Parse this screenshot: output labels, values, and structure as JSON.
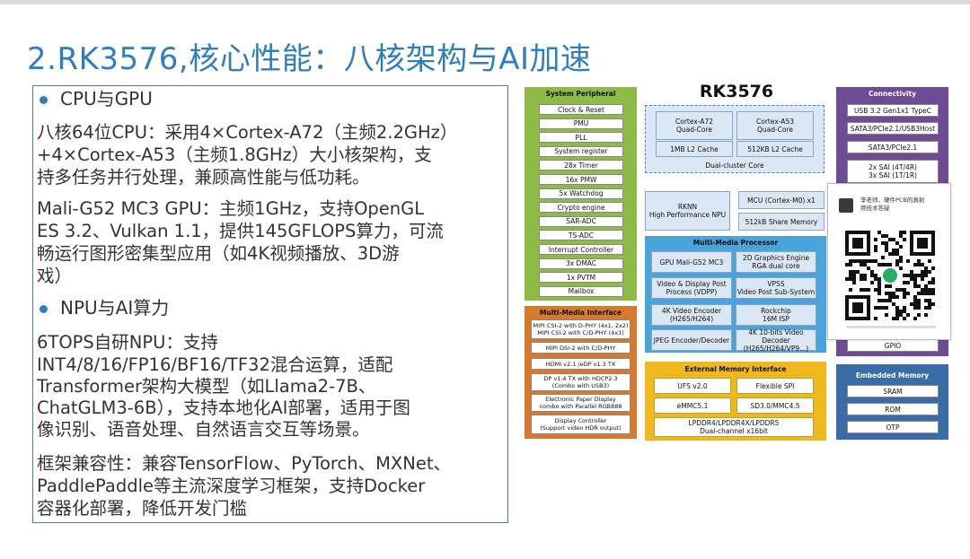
{
  "slide": {
    "title": "2.RK3576,核心性能：八核架构与AI加速",
    "text_lines": [
      "CPU与GPU",
      "八核64位CPU：采用4×Cortex-A72（主频2.2GHz）",
      "+4×Cortex-A53（主频1.8GHz）大小核架构，支",
      "持多任务并行处理，兼顾高性能与低功耗。",
      "Mali-G52 MC3 GPU：主频1GHz，支持OpenGL",
      "ES 3.2、Vulkan 1.1，提供145GFLOPS算力，可流",
      "畅运行图形密集型应用（如4K视频播放、3D游",
      "戏）",
      "NPU与AI算力",
      "6TOPS自研NPU：支持",
      "INT4/8/16/FP16/BF16/TF32混合运算，适配",
      "Transformer架构大模型（如Llama2-7B、",
      "ChatGLM3-6B），支持本地化AI部署，适用于图",
      "像识别、语音处理、自然语言交互等场景。",
      "框架兼容性：兼容TensorFlow、PyTorch、MXNet、",
      "PaddlePaddle等主流深度学习框架，支持Docker",
      "容器化部署，降低开发门槛"
    ]
  },
  "diagram": {
    "chip_name": "RK3576",
    "system_peripheral": {
      "title": "System Peripheral",
      "items": [
        "Clock & Reset",
        "PMU",
        "PLL",
        "System register",
        "28x Timer",
        "16x PMW",
        "5x Watchdog",
        "Crypto engine",
        "SAR-ADC",
        "TS-ADC",
        "Interrupt Controller",
        "3x DMAC",
        "1x PVTM",
        "Mailbox"
      ]
    },
    "cpu": {
      "a72": "Cortex-A72\nQuad-Core",
      "a53": "Cortex-A53\nQuad-Core",
      "l2_a72": "1MB L2 Cache",
      "l2_a53": "512KB L2 Cache",
      "cluster": "Dual-cluster Core"
    },
    "npu": "RKNN\nHigh Performance NPU",
    "mcu": "MCU (Cortex-M0) x1",
    "share_mem": "512kB Share Memory",
    "multimedia_processor": {
      "title": "Multi-Media Processor",
      "items": [
        "GPU Mali-G52 MC3",
        "2D Graphics Engine\nRGA dual core",
        "Video & Display Post\nProcess (VDPP)",
        "VPSS\nVideo Post Sub-System",
        "4K Video Encoder\n(H265/H264)",
        "Rockchip\n16M ISP",
        "JPEG Encoder/Decoder",
        "4K 10-bits Video Decoder\n(H265/H264/VP9...)"
      ]
    },
    "multimedia_interface": {
      "title": "Multi-Media Interface",
      "items": [
        "MIPI CSI-2 with D-PHY (4x1, 2x2)\nMIPI CSI-2 with C/D-PHY (4x1)",
        "MIPI DSI-2 with C/D-PHY",
        "HDMI v2.1 /eDP v1.3 TX",
        "DP v1.4 TX with HDCP2.3\n(Combo with USB3)",
        "Electronic Paper Display\ncombo with Parallel RGB888",
        "Display Controller\n(Support video HDR output)"
      ]
    },
    "external_memory": {
      "title": "External Memory Interface",
      "items": [
        "UFS v2.0",
        "Flexible SPI",
        "eMMC5.1",
        "SD3.0/MMC4.5",
        "LPDDR4/LPDDR4X/LPDDR5\nDual-channel x16bit"
      ]
    },
    "connectivity": {
      "title": "Connectivity",
      "items": [
        "USB 3.2 Gen1x1 TypeC",
        "SATA3/PCIe2.1/USB3Host",
        "SATA3/PCIe2.1",
        "2x SAI (4T/4R)\n3x SAI (1T/1R)",
        "GPIO"
      ]
    },
    "embedded_memory": {
      "title": "Embedded Memory",
      "items": [
        "SRAM",
        "ROM",
        "OTP"
      ]
    },
    "qr_card": {
      "text": "李老师，硬件PCB的真射\n频技术答疑"
    }
  },
  "colors": {
    "title": "#2f7fc0",
    "peripheral": "#8dbb45",
    "mm_interface": "#d8792b",
    "mm_processor": "#4aa4db",
    "ext_memory": "#f0b81c",
    "connectivity": "#6f4a96",
    "embedded": "#3a6ca8"
  }
}
